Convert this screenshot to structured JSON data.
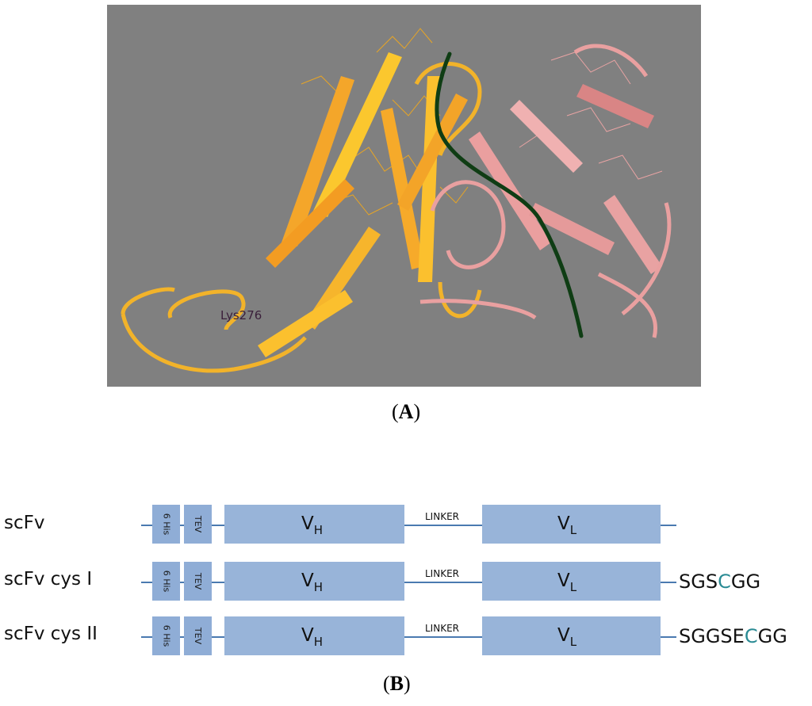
{
  "panel_a": {
    "residue_label": "Lys276",
    "caption_open": "(",
    "caption_letter": "A",
    "caption_close": ")"
  },
  "panel_b": {
    "caption_open": "(",
    "caption_letter": "B",
    "caption_close": ")",
    "his_tag": "6 His",
    "tev": "TEV",
    "linker": "LINKER",
    "vh_main": "V",
    "vh_sub": "H",
    "vl_main": "V",
    "vl_sub": "L",
    "rows": [
      {
        "name": "scFv",
        "seq_pre": "",
        "seq_cys": "",
        "seq_post": ""
      },
      {
        "name": "scFv cys I",
        "seq_pre": "SGS",
        "seq_cys": "C",
        "seq_post": "GG"
      },
      {
        "name": "scFv cys II",
        "seq_pre": "SGGSE",
        "seq_cys": "C",
        "seq_post": "GG"
      }
    ]
  },
  "colors": {
    "background_a": "#808080",
    "heavy_chain": "#f2b32a",
    "light_chain": "#e9a0a0",
    "strand_trace": "#0f3d14",
    "domain_box": "#98b4d9",
    "backbone_line": "#4a7ab0",
    "cysteine": "#2a8b94"
  }
}
